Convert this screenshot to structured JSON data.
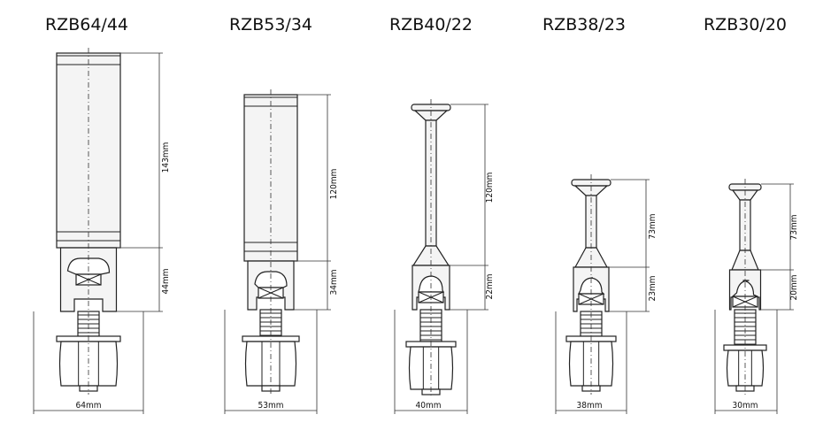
{
  "models": [
    {
      "name": "RZB64/44",
      "height_dim": "143mm",
      "clamp_dim": "44mm",
      "width_dim": "64mm",
      "head": "cylinder"
    },
    {
      "name": "RZB53/34",
      "height_dim": "120mm",
      "clamp_dim": "34mm",
      "width_dim": "53mm",
      "head": "cylinder"
    },
    {
      "name": "RZB40/22",
      "height_dim": "120mm",
      "clamp_dim": "22mm",
      "width_dim": "40mm",
      "head": "disc"
    },
    {
      "name": "RZB38/23",
      "height_dim": "73mm",
      "clamp_dim": "23mm",
      "width_dim": "38mm",
      "head": "disc"
    },
    {
      "name": "RZB30/20",
      "height_dim": "73mm",
      "clamp_dim": "20mm",
      "width_dim": "30mm",
      "head": "disc"
    }
  ]
}
